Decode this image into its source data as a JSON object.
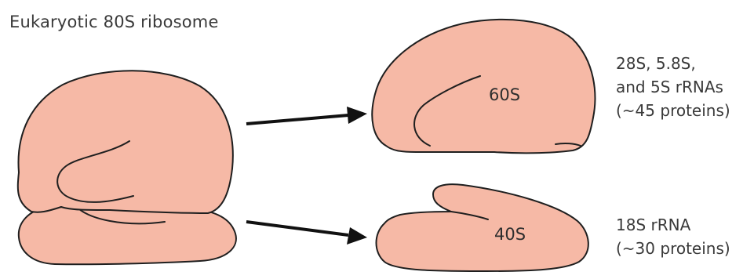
{
  "title": "Eukaryotic 80S ribosome",
  "large_subunit": {
    "label": "60S",
    "description": [
      "28S, 5.8S,",
      "and 5S rRNAs",
      "(~45 proteins)"
    ]
  },
  "small_subunit": {
    "label": "40S",
    "description": [
      "18S rRNA",
      "(~30 proteins)"
    ]
  },
  "colors": {
    "subunit_fill": "#f6b9a6",
    "outline": "#1f1f1f",
    "arrow": "#111111"
  }
}
